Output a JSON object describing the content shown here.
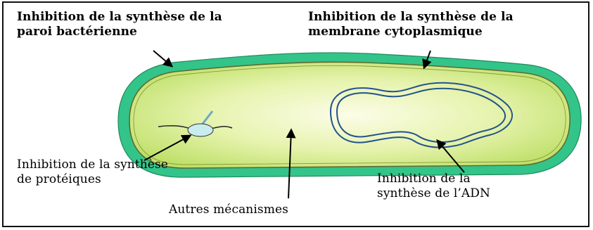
{
  "labels": {
    "cell_wall": {
      "line1": "Inhibition de la synthèse de la",
      "line2": "paroi bactérienne"
    },
    "cytoplasmic_membrane": {
      "line1": "Inhibition de la synthèse de la",
      "line2": "membrane cytoplasmique"
    },
    "protein": {
      "line1": "Inhibition de la synthèse",
      "line2": "de protéiques"
    },
    "dna": {
      "line1": "Inhibition de la",
      "line2": "synthèse de l’ADN"
    },
    "other": {
      "line1": "Autres mécanismes"
    }
  },
  "colors": {
    "cell_wall": "#33c48a",
    "cytoplasm_center": "#fbfde4",
    "cytoplasm_edge": "#c9e67a",
    "membrane_stroke": "#5f6a2e",
    "dna_strand": "#23538c",
    "ribosome": "#c9ecef",
    "arrow": "#000000"
  }
}
